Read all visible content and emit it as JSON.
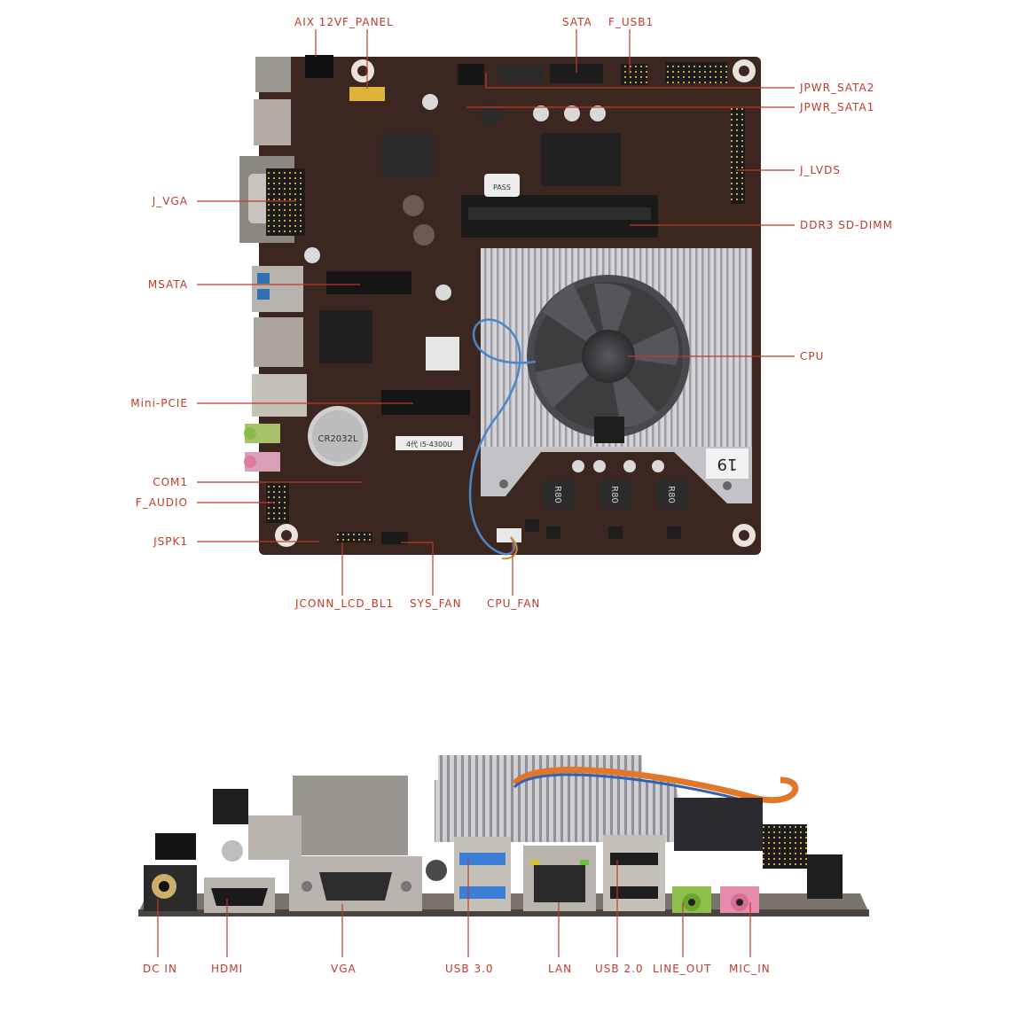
{
  "colors": {
    "callout": "#c0392b",
    "pcb": "#3b2720",
    "heatsink": "#c9c9cd",
    "fan": "#3d3d40",
    "io_plate": "#5a534e"
  },
  "top_board": {
    "callouts": {
      "aix_12v": "AIX 12V",
      "f_panel": "F_PANEL",
      "sata": "SATA",
      "f_usb1": "F_USB1",
      "jpwr_sata2": "JPWR_SATA2",
      "jpwr_sata1": "JPWR_SATA1",
      "j_lvds": "J_LVDS",
      "ddr3_sodimm": "DDR3 SD-DIMM",
      "cpu": "CPU",
      "j_vga": "J_VGA",
      "msata": "MSATA",
      "mini_pcie": "Mini-PCIE",
      "com1": "COM1",
      "f_audio": "F_AUDIO",
      "jspk1": "JSPK1",
      "jconn_lcd_bl1": "JCONN_LCD_BL1",
      "sys_fan": "SYS_FAN",
      "cpu_fan": "CPU_FAN"
    },
    "board_markings": {
      "battery": "CR2032L",
      "cpu_sticker": "4代 i5-4300U",
      "heatsink_number": "19",
      "memory_sticker": "PASS",
      "inductor_1": "R80",
      "inductor_2": "R80",
      "inductor_3": "R80"
    }
  },
  "bottom_board": {
    "callouts": {
      "dc_in": "DC IN",
      "hdmi": "HDMI",
      "vga": "VGA",
      "usb3": "USB 3.0",
      "lan": "LAN",
      "usb2": "USB 2.0",
      "line_out": "LINE_OUT",
      "mic_in": "MIC_IN"
    }
  }
}
